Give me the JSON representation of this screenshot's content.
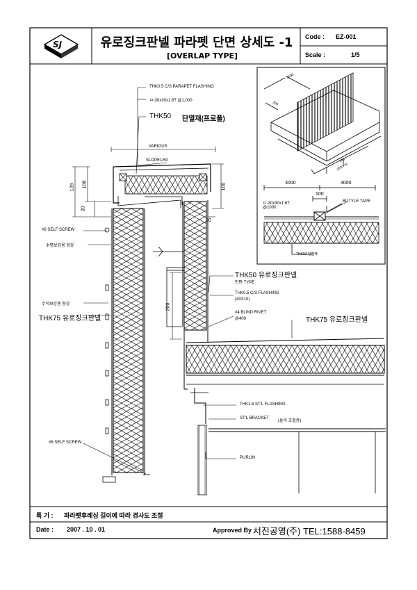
{
  "header": {
    "logo": "SJ",
    "title": "유로징크판넬 파라펫 단면 상세도 -1",
    "subtitle": "[OVERLAP TYPE]",
    "code_label": "Code :",
    "code_value": "EZ-001",
    "scale_label": "Scale :",
    "scale_value": "1/5"
  },
  "main_labels": {
    "flashing_top": "THK0.5 C/S PARAPET FLASHING",
    "pipe": "ㅁ-30x30x1.6T @1,000",
    "insul": "THK50",
    "insul_kr": "단열재(프로폴)",
    "various": "VARIOUS",
    "slope": "SLOPE1/50",
    "self_screw_1": "#6 SELF SCREW",
    "horiz_reinf": "수평보강용 형강",
    "vert_reinf": "수직보강용 형강",
    "thk75_left": "THK75 유로징크판넬",
    "thk50_panel": "THK50 유로징크판넬",
    "thk50_type": "민판 TYPE",
    "flashing_mid": "THK0.5 C/S FLASHING",
    "flashing_mid_size": "(40X10)",
    "blind_rivet": "#4 BLIND RIVET",
    "blind_rivet_pitch": "@400",
    "thk75_right": "THK75 유로징크판넬",
    "stl_flashing": "THK1.6 ST'L FLASHING",
    "stl_bracket": "ST'L BRACKET",
    "stl_bracket_note": "(높이 조절용)",
    "self_screw_2": "#6 SELF SCREW",
    "purlin": "PURLIN"
  },
  "dims": {
    "d128": "128",
    "d108": "108",
    "d20a": "20",
    "d20b": "20",
    "d100": "100",
    "d200": "200"
  },
  "inset": {
    "d3000_iso": "3000",
    "d300_iso": "300",
    "d100_iso": "100",
    "cover_iso": "(겹침부위)",
    "d3000_l": "3000",
    "d3000_r": "3000",
    "d100": "100",
    "pipe": "ㅁ-30x30x1.6T",
    "pipe_pitch": "@1000",
    "butyl": "BUTYLE TAPE",
    "thk50": "THK50 단열재"
  },
  "footer": {
    "remark_label": "특 기 :",
    "remark_text": "파라펫후레싱 길이에 따라 경사도 조절",
    "date_label": "Date :",
    "date_value": "2007 . 10 . 01",
    "approved_label": "Approved By :",
    "company": "서진공영(주) TEL:1588-8459"
  }
}
